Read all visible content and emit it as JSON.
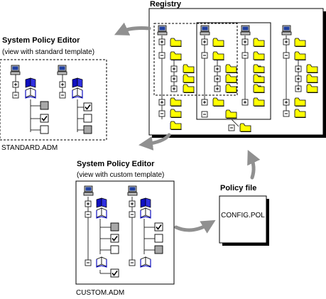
{
  "registry": {
    "title": "Registry"
  },
  "standard_editor": {
    "title": "System Policy Editor",
    "subtitle": "(view with standard template)",
    "caption": "STANDARD.ADM"
  },
  "custom_editor": {
    "title": "System Policy Editor",
    "subtitle": "(view with custom template)",
    "caption": "CUSTOM.ADM"
  },
  "policy_file": {
    "title": "Policy file",
    "filename": "CONFIG.POL"
  },
  "colors": {
    "folder": "#ffff00",
    "book": "#1010c0",
    "checkbox_gray": "#a8a8a8",
    "arrow": "#909090",
    "shadow": "#000000"
  },
  "icons": [
    "computer-icon",
    "folder-icon",
    "book-icon",
    "checkbox-icon",
    "expand-icon",
    "collapse-icon"
  ]
}
